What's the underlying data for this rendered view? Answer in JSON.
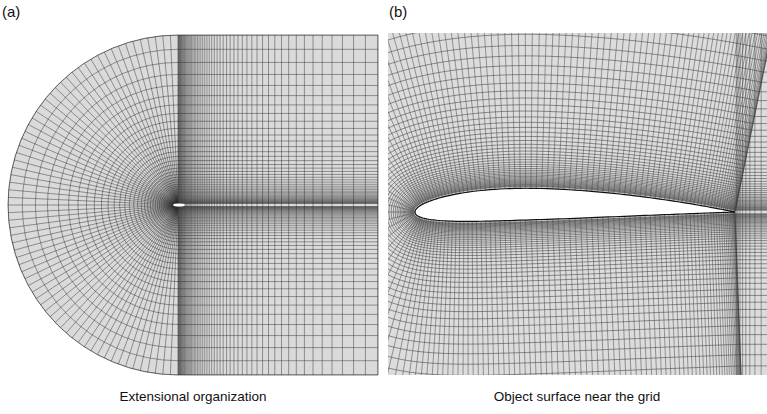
{
  "diagram": {
    "labels": [
      "(a)",
      "(b)",
      "Extensional organization",
      "Object surface near the grid"
    ]
  }
}
